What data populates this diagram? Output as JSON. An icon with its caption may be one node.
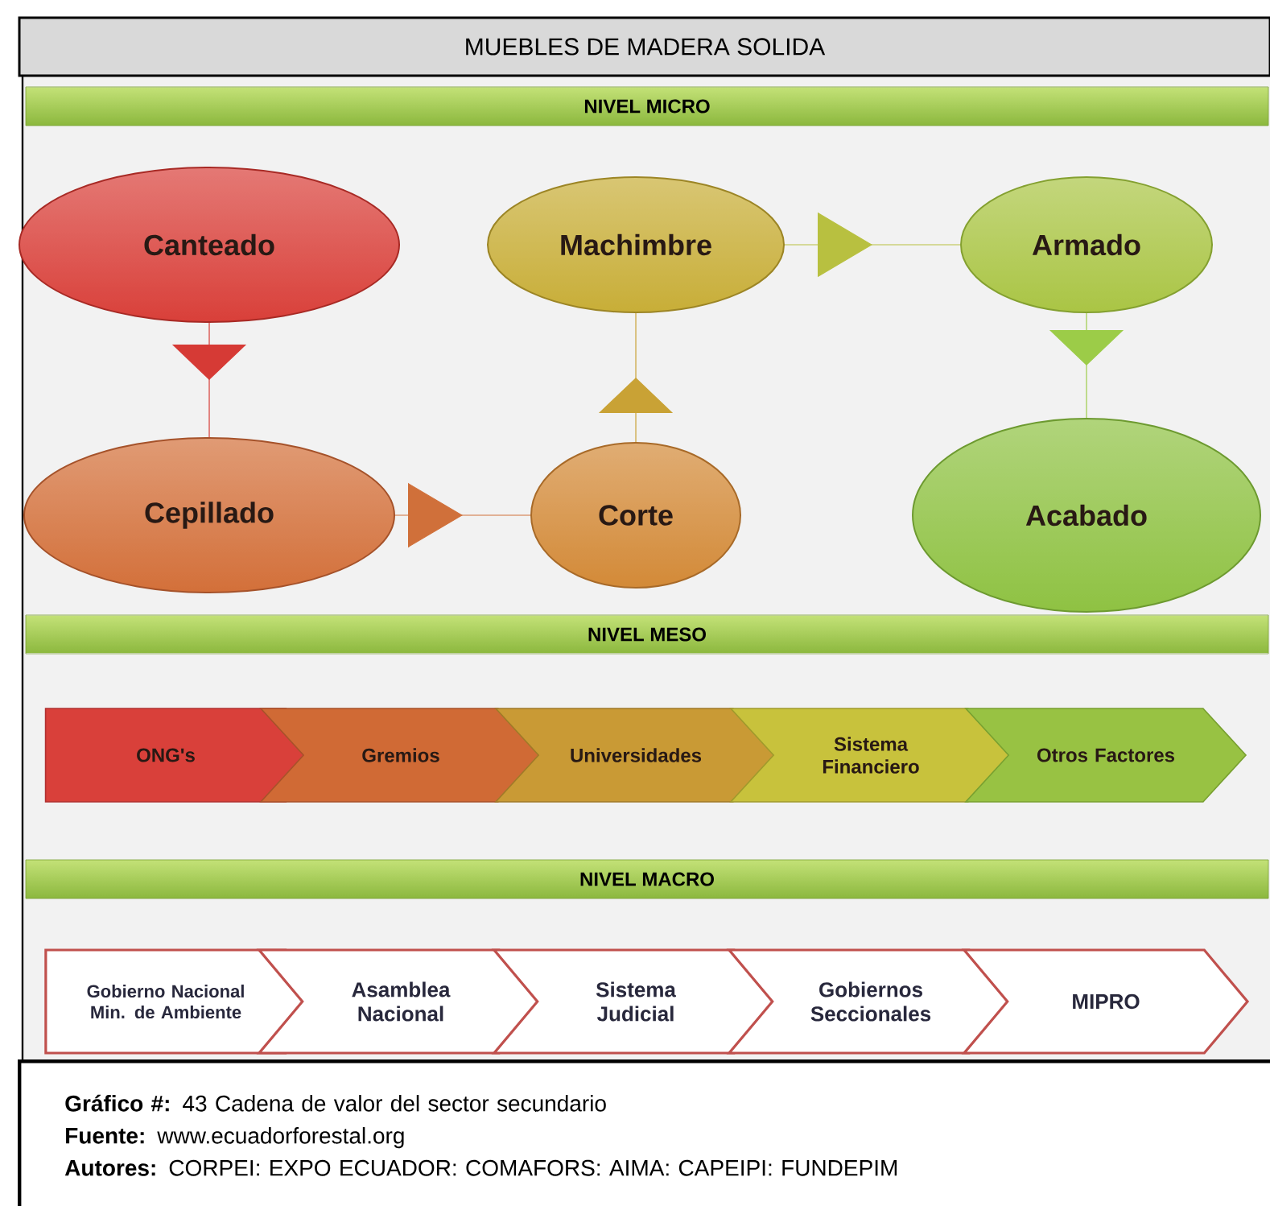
{
  "diagram": {
    "title": "MUEBLES DE MADERA SOLIDA",
    "nodes": [
      {
        "text": [
          "NIVEL MICRO"
        ]
      },
      {
        "text": [
          "Canteado"
        ]
      },
      {
        "text": [
          "Machimbre"
        ]
      },
      {
        "text": [
          "Armado"
        ]
      },
      {
        "text": [
          "Cepillado"
        ]
      },
      {
        "text": [
          "Corte"
        ]
      },
      {
        "text": [
          "Acabado"
        ]
      },
      {
        "text": [
          "NIVEL MESO"
        ]
      },
      {
        "text": [
          "ONG's"
        ]
      },
      {
        "text": [
          "Gremios"
        ]
      },
      {
        "text": [
          "Universidades"
        ]
      },
      {
        "text": [
          "Sistema Financiero"
        ]
      },
      {
        "text": [
          "Otros Factores"
        ]
      },
      {
        "text": [
          "NIVEL MACRO"
        ]
      },
      {
        "text": [
          "Gobierno Nacional Min. de Ambiente"
        ]
      },
      {
        "text": [
          "Asamblea Nacional"
        ]
      },
      {
        "text": [
          "Sistema Judicial"
        ]
      },
      {
        "text": [
          "Gobiernos Seccionales"
        ]
      },
      {
        "text": [
          "MIPRO"
        ]
      }
    ],
    "edges": [
      {
        "from": 1,
        "to": 4,
        "arrow": "to",
        "color": "#d63a35"
      },
      {
        "from": 4,
        "to": 5,
        "arrow": "to",
        "color": "#d0703a"
      },
      {
        "from": 5,
        "to": 2,
        "arrow": "to",
        "color": "#c9a235"
      },
      {
        "from": 2,
        "to": 3,
        "arrow": "to",
        "color": "#b8c040"
      },
      {
        "from": 3,
        "to": 6,
        "arrow": "to",
        "color": "#9ccc48"
      }
    ],
    "labels": [
      "**Gráfico #:** 43 Cadena de valor del sector secundario",
      "**Fuente:** www.ecuadorforestal.org",
      "**Autores:** CORPEI: EXPO ECUADOR: COMAFORS: AIMA: CAPEIPI: FUNDEPIM"
    ]
  }
}
